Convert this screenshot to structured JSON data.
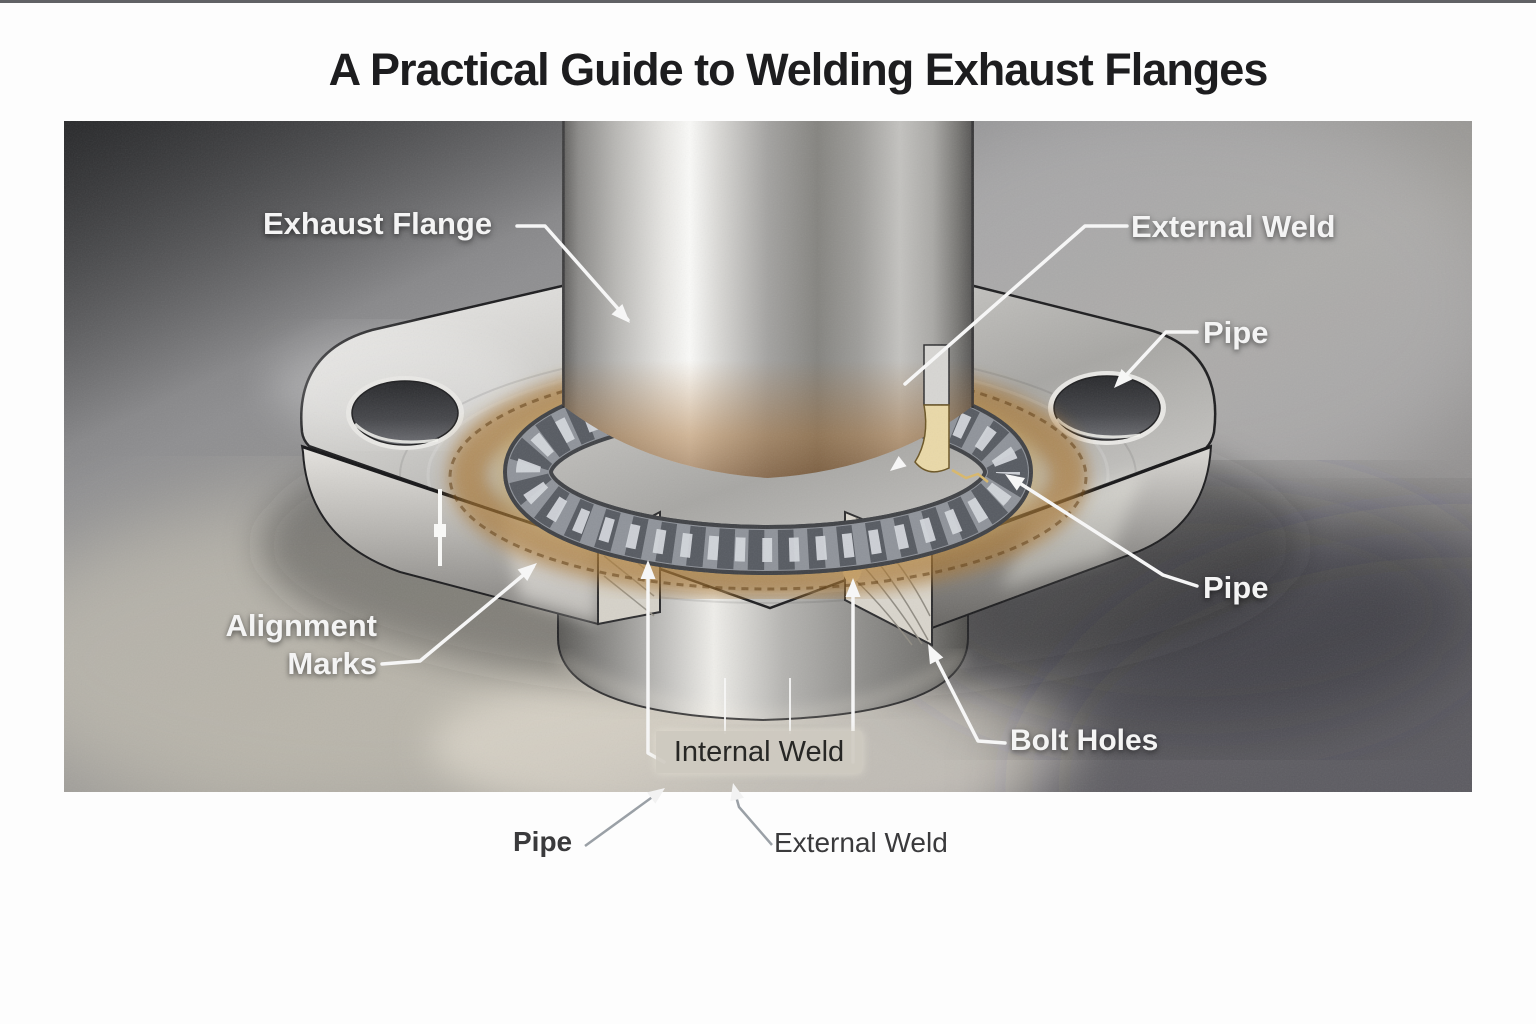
{
  "page": {
    "title": "A Practical Guide to Welding Exhaust Flanges"
  },
  "labels": {
    "exhaust_flange": "Exhaust Flange",
    "external_weld_top": "External Weld",
    "pipe_top_right": "Pipe",
    "pipe_mid_right": "Pipe",
    "alignment_marks_line1": "Alignment",
    "alignment_marks_line2": "Marks",
    "internal_weld": "Internal Weld",
    "bolt_holes": "Bolt Holes",
    "pipe_bottom": "Pipe",
    "external_weld_bottom": "External Weld"
  },
  "colors": {
    "page_background": "#fdfdfd",
    "title_text": "#1d1d1f",
    "label_light": "#f4f4f4",
    "label_dark": "#3a3a3c",
    "steel_bright": "#f0efec",
    "steel_mid": "#9b9a97",
    "steel_dark": "#4e4d4a",
    "heat_tint": "#a9742e",
    "weld_bead": "#8f939a",
    "internal_weld_box": "#cec9c0",
    "ground": "#8f8d8a",
    "leader_gray": "#9aa0a6"
  }
}
